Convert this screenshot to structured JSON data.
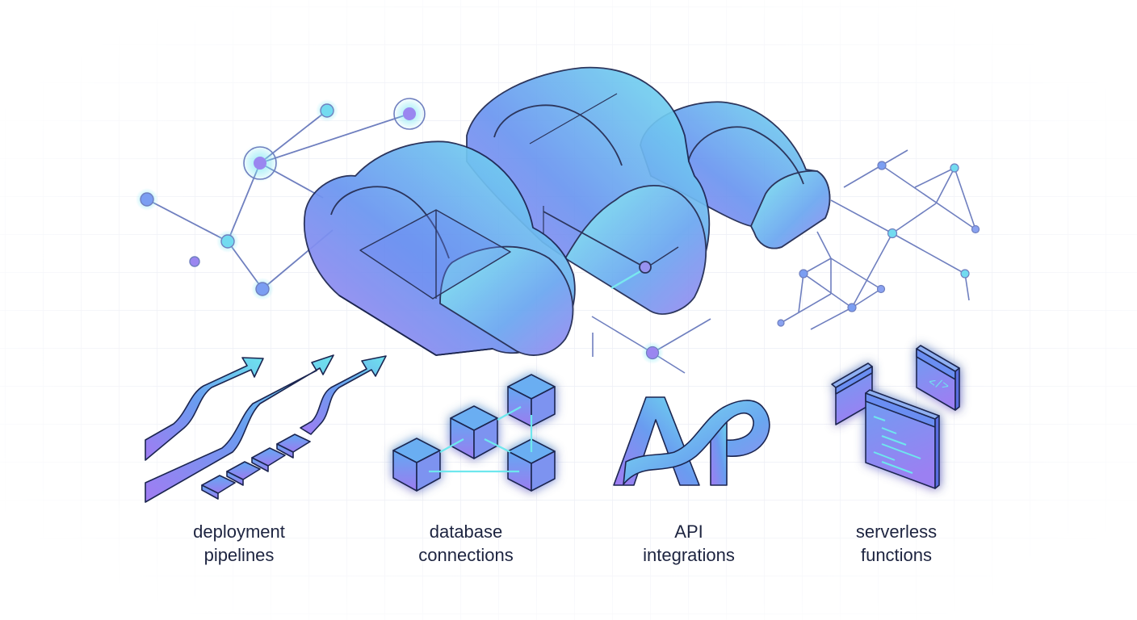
{
  "illustration": {
    "subject": "cloud platform capabilities",
    "colors": {
      "outline": "#1b2550",
      "blue": "#5b8df0",
      "cyan": "#6ee7ee",
      "violet": "#a07cf0",
      "node_line": "#6f7fbf",
      "grid": "#eef0f6",
      "label_text": "#1d2440"
    },
    "hero": {
      "icon": "isometric-clouds-icon",
      "clouds": 3
    },
    "network_clusters": [
      {
        "name": "left-network",
        "icon": "network-nodes-icon"
      },
      {
        "name": "right-network",
        "icon": "network-nodes-icon"
      }
    ]
  },
  "features": [
    {
      "id": "deployment",
      "icon": "arrows-pipeline-icon",
      "line1": "deployment",
      "line2": "pipelines"
    },
    {
      "id": "database",
      "icon": "connected-cubes-icon",
      "line1": "database",
      "line2": "connections"
    },
    {
      "id": "api",
      "icon": "api-letters-icon",
      "line1": "API",
      "line2": "integrations"
    },
    {
      "id": "serverless",
      "icon": "code-windows-icon",
      "line1": "serverless",
      "line2": "functions"
    }
  ]
}
